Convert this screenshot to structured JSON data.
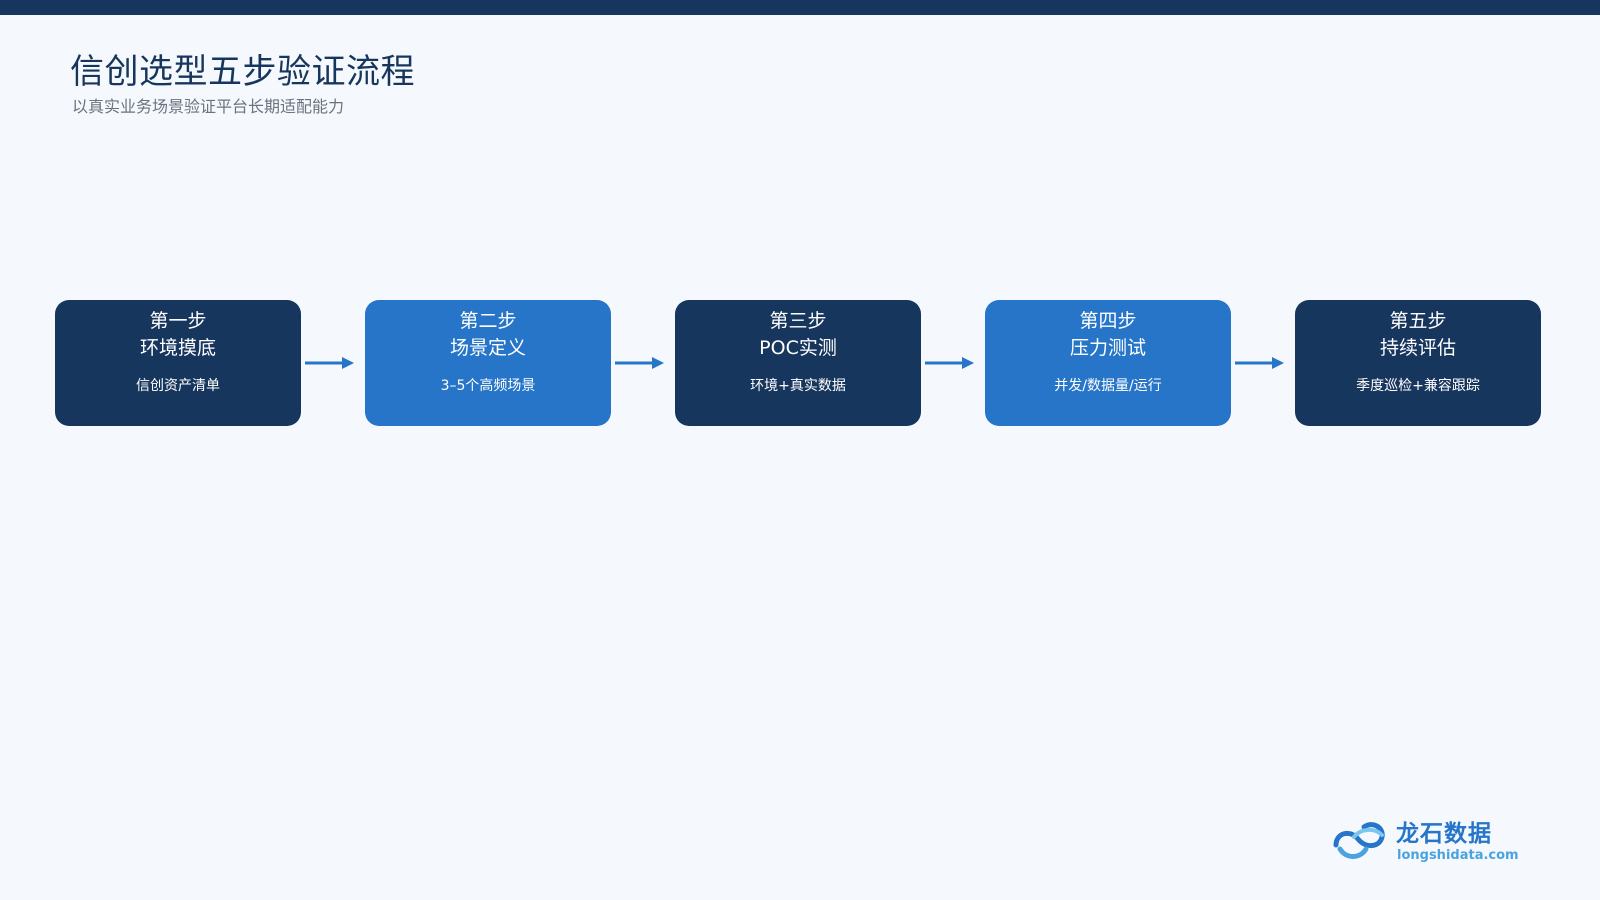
{
  "slide": {
    "title": "信创选型五步验证流程",
    "subtitle": "以真实业务场景验证平台长期适配能力"
  },
  "steps": [
    {
      "num": "第一步",
      "title": "环境摸底",
      "desc": "信创资产清单",
      "color": "#17365d"
    },
    {
      "num": "第二步",
      "title": "场景定义",
      "desc": "3–5个高频场景",
      "color": "#2675c9"
    },
    {
      "num": "第三步",
      "title": "POC实测",
      "desc": "环境+真实数据",
      "color": "#17365d"
    },
    {
      "num": "第四步",
      "title": "压力测试",
      "desc": "并发/数据量/运行",
      "color": "#2675c9"
    },
    {
      "num": "第五步",
      "title": "持续评估",
      "desc": "季度巡检+兼容跟踪",
      "color": "#17365d"
    }
  ],
  "arrow_icon": "arrow-right-icon",
  "logo": {
    "name": "龙石数据",
    "domain": "longshidata.com",
    "icon": "cloud-loop-logo-icon"
  },
  "colors": {
    "dark": "#17365d",
    "accent": "#2675c9",
    "background": "#f5f9fd"
  }
}
